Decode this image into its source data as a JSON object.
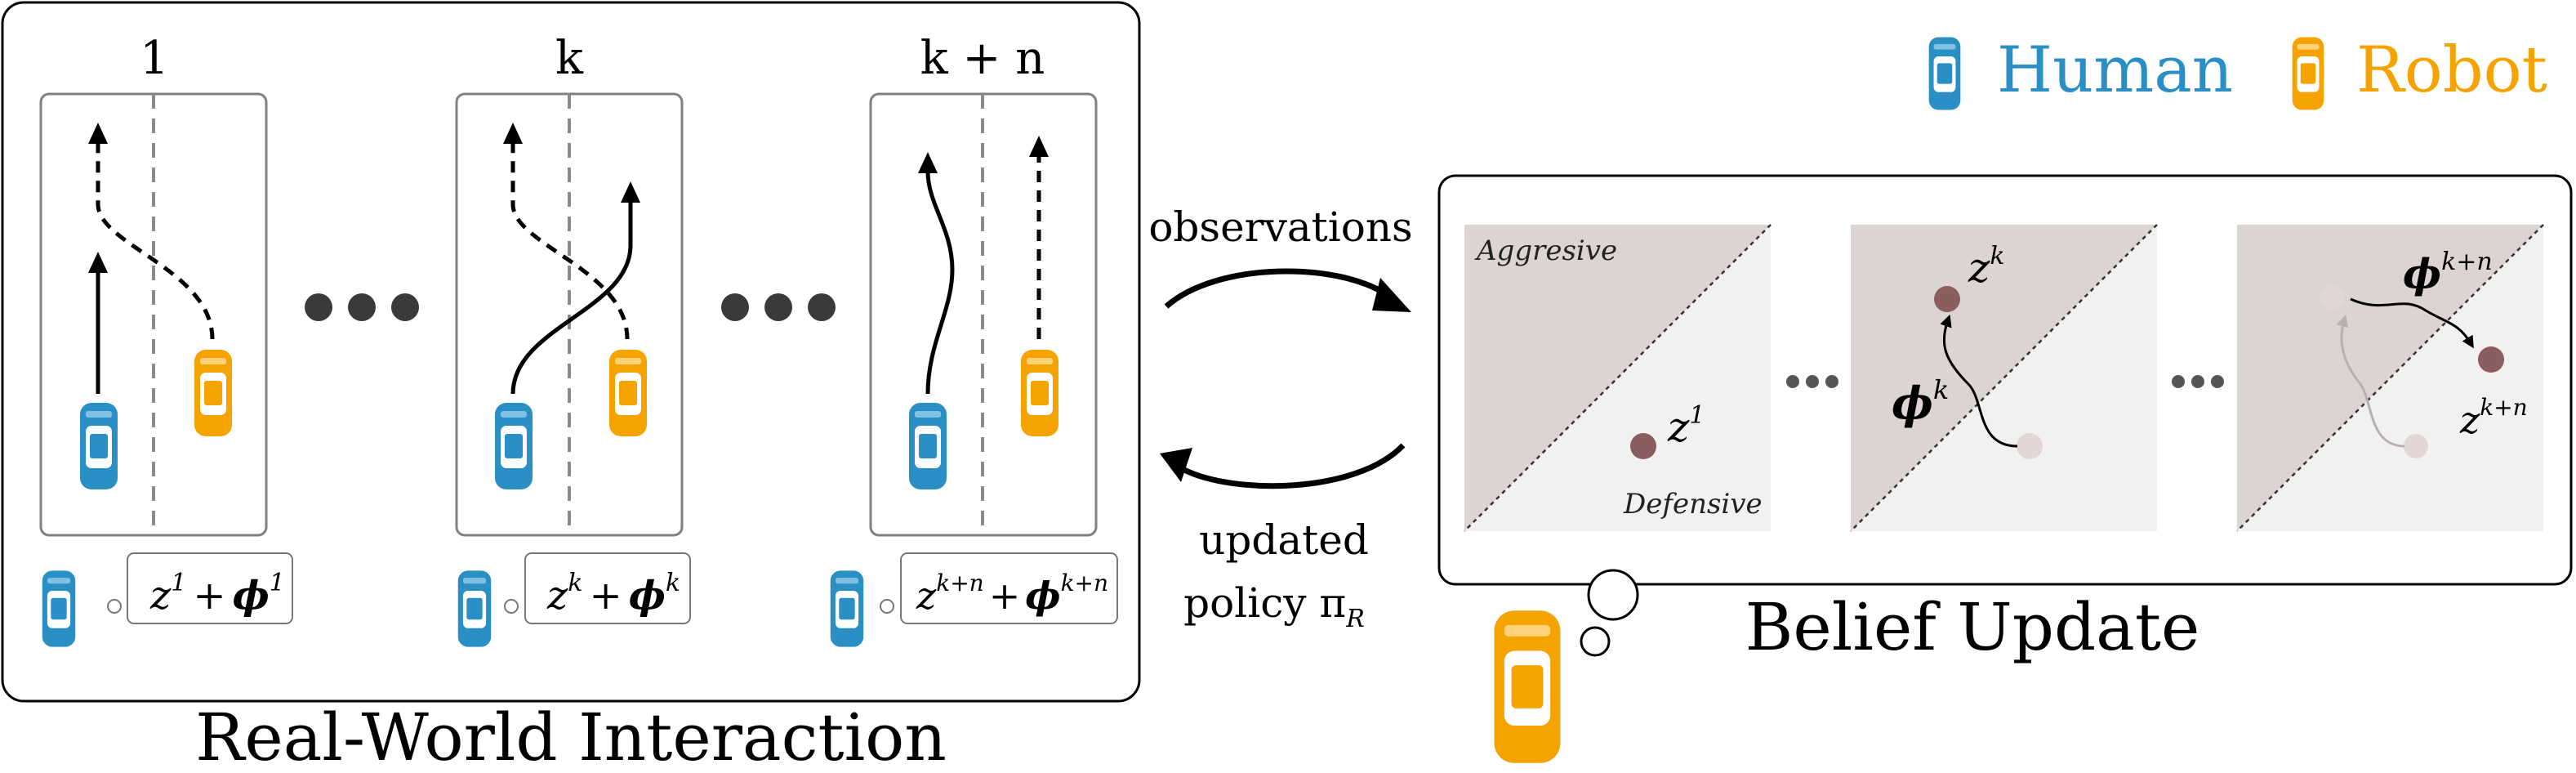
{
  "legend": {
    "human": "Human",
    "robot": "Robot",
    "colors": {
      "human": "#2a8fc4",
      "robot": "#f5a300"
    }
  },
  "left_panel": {
    "caption": "Real-World Interaction",
    "episodes": [
      {
        "index_label": "1",
        "z": "z",
        "z_sup": "1",
        "plus": "+",
        "phi": "ϕ",
        "phi_sup": "1"
      },
      {
        "index_label": "k",
        "z": "z",
        "z_sup": "k",
        "plus": "+",
        "phi": "ϕ",
        "phi_sup": "k"
      },
      {
        "index_label": "k + n",
        "z": "z",
        "z_sup": "k+n",
        "plus": "+",
        "phi": "ϕ",
        "phi_sup": "k+n"
      }
    ],
    "ellipsis_icon": "ellipsis-dots-icon"
  },
  "arrows": {
    "top_label": "observations",
    "bottom_label_line1": "updated",
    "bottom_label_line2": "policy π",
    "bottom_label_sub": "R"
  },
  "right_panel": {
    "caption": "Belief Update",
    "region_top": "Aggresive",
    "region_bottom": "Defensive",
    "squares": [
      {
        "z": "z",
        "z_sup": "1"
      },
      {
        "z": "z",
        "z_sup": "k",
        "phi": "ϕ",
        "phi_sup": "k"
      },
      {
        "z": "z",
        "z_sup": "k+n",
        "phi": "ϕ",
        "phi_sup": "k+n"
      }
    ],
    "colors": {
      "dark_region": "#dcd3d3",
      "light_region": "#f2f1f1",
      "dot": "#8a5e5e",
      "faded_dot": "#e2d6d6"
    }
  }
}
